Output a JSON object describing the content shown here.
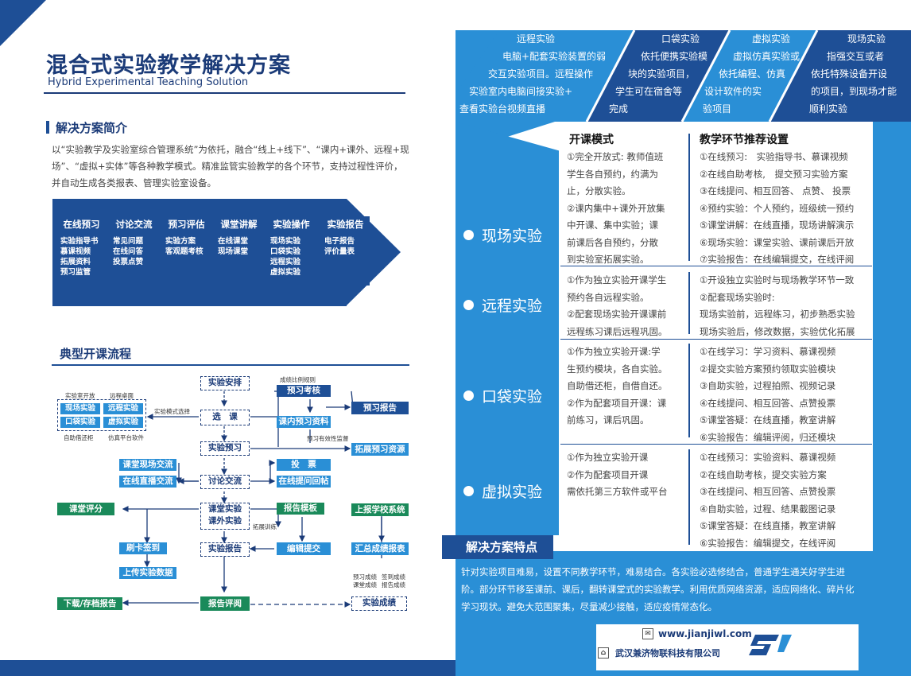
{
  "header": {
    "title_cn": "混合式实验教学解决方案",
    "title_en": "Hybrid Experimental Teaching Solution"
  },
  "intro": {
    "title": "解决方案简介",
    "text": "以“实验教学及实验室综合管理系统”为依托，融合“线上+线下”、“课内+课外、远程+现场”、“虚拟+实体”等各种教学模式。精准监管实验教学的各个环节，支持过程性评价，并自动生成各类报表、管理实验室设备。"
  },
  "stages": [
    {
      "head": "在线预习",
      "items": [
        "实验指导书",
        "慕课视频",
        "拓展资料",
        "预习监管"
      ]
    },
    {
      "head": "讨论交流",
      "items": [
        "常见问题",
        "在线问答",
        "投票点赞"
      ]
    },
    {
      "head": "预习评估",
      "items": [
        "实验方案",
        "客观题考核"
      ]
    },
    {
      "head": "课堂讲解",
      "items": [
        "在线课堂",
        "现场课堂"
      ]
    },
    {
      "head": "实验操作",
      "items": [
        "现场实验",
        "口袋实验",
        "远程实验",
        "虚拟实验"
      ]
    },
    {
      "head": "实验报告",
      "items": [
        "电子报告",
        "评价量表"
      ]
    }
  ],
  "flow": {
    "title": "典型开课流程",
    "n_arrange": "实验安排",
    "n_select": "选　课",
    "n_preview": "实验预习",
    "n_discuss": "讨论交流",
    "n_class": "课堂实验",
    "n_outside": "课外实验",
    "n_report": "实验报告",
    "n_review": "报告评阅",
    "n_result": "实验成绩",
    "n_pretest": "预习考核",
    "n_prereport": "预习报告",
    "n_inclassdata": "课内预习资料",
    "n_extend": "拓展预习资源",
    "n_vote": "投　票",
    "n_online_qa": "在线提问回帖",
    "n_class_exchange": "课堂现场交流",
    "n_live_exchange": "在线直播交流",
    "n_eval": "课堂评分",
    "n_template": "报告模板",
    "n_upload_school": "上报学校系统",
    "n_card": "刷卡签到",
    "n_upload_data": "上传实验数据",
    "n_edit": "编辑提交",
    "n_summary": "汇总成绩报表",
    "n_download": "下载/存档报告",
    "m_field": "现场实验",
    "m_remote": "远程实验",
    "m_pocket": "口袋实验",
    "m_virtual": "虚拟实验",
    "s_lab_open": "实验室开放",
    "s_remote_screen": "远程桌面",
    "s_mode_select": "实验模式选择",
    "s_self_borrow": "自助借还柜",
    "s_sim_soft": "仿真平台软件",
    "s_grade_rule": "成绩比例规则",
    "s_pre_monitor": "预习有效性监督",
    "s_expand_train": "拓展训练",
    "s_pre_grade": "预习成绩",
    "s_class_grade": "课堂成绩",
    "s_sign_grade": "签到成绩",
    "s_report_grade": "报告成绩"
  },
  "top_bands": [
    {
      "lines": [
        "远程实验",
        "电脑+配套实验装置的弱",
        "交互实验项目。远程操作",
        "实验室内电脑间接实验+",
        "查看实验台视频直播"
      ]
    },
    {
      "lines": [
        "口袋实验",
        "依托便携实验模",
        "块的实验项目，",
        "学生可在宿舍等",
        "完成"
      ]
    },
    {
      "lines": [
        "虚拟实验",
        "虚拟仿真实验或",
        "依托编程、仿真",
        "设计软件的实",
        "验项目"
      ]
    },
    {
      "lines": [
        "现场实验",
        "指强交互或者",
        "依托特殊设备开设",
        "的项目，到现场才能",
        "顺利实验"
      ]
    }
  ],
  "table": {
    "col1_head": "开课模式",
    "col2_head": "教学环节推荐设置",
    "rows": [
      {
        "mode": "现场实验",
        "c1": [
          "①完全开放式: 教师值班",
          "学生各自预约，约满为",
          "止，分散实验。",
          "②课内集中+课外开放集",
          "中开课、集中实验；课",
          "前课后各自预约，分散",
          "到实验室拓展实验。"
        ],
        "c2": [
          "①在线预习:　实验指导书、慕课视频",
          "②在线自助考核,　提交预习实验方案",
          "③在线提问、相互回答、 点赞、 投票",
          "④预约实验：个人预约，班级统一预约",
          "⑤课堂讲解：在线直播，现场讲解演示",
          "⑥现场实验：课堂实验、课前课后开放",
          "⑦实验报告：在线编辑提交，在线评阅"
        ]
      },
      {
        "mode": "远程实验",
        "c1": [
          "①作为独立实验开课学生",
          "预约各自远程实验。",
          "②配套现场实验开课课前",
          "远程练习课后远程巩固。"
        ],
        "c2": [
          "①开设独立实验时与现场教学环节一致",
          "②配套现场实验时:",
          "现场实验前，远程练习，初步熟悉实验",
          "现场实验后，修改数据，实验优化拓展"
        ]
      },
      {
        "mode": "口袋实验",
        "c1": [
          "①作为独立实验开课:学",
          "生预约模块，各自实验。",
          "自助借还柜，自借自还。",
          "②作为配套项目开课：课",
          "前练习，课后巩固。"
        ],
        "c2": [
          "①在线学习：学习资料、慕课视频",
          "②提交实验方案预约领取实验模块",
          "③自助实验，过程拍照、视频记录",
          "④在线提问、相互回答、点赞投票",
          "⑤课堂答疑：在线直播，教室讲解",
          "⑥实验报告：编辑评阅，归还模块"
        ]
      },
      {
        "mode": "虚拟实验",
        "c1": [
          "①作为独立实验开课",
          "②作为配套项目开课",
          "需依托第三方软件或平台"
        ],
        "c2": [
          "①在线预习：实验资料、慕课视频",
          "②在线自助考核，提交实验方案",
          "③在线提问、相互回答、点赞投票",
          "④自助实验，过程、结果截图记录",
          "⑤课堂答疑：在线直播，教室讲解",
          "⑥实验报告：编辑提交，在线评阅"
        ]
      }
    ]
  },
  "features": {
    "title": "解决方案特点",
    "text": "针对实验项目难易，设置不同教学环节，难易结合。各实验必选修结合，普通学生通关好学生进阶。部分环节移至课前、课后，翻转课堂式的实验教学。利用优质网络资源，适应网络化、碎片化学习现状。避免大范围聚集，尽量减少接触，适应疫情常态化。"
  },
  "footer": {
    "website": "www.jianjiwl.com",
    "company": "武汉兼济物联科技有限公司"
  },
  "colors": {
    "dark_blue": "#1e4f96",
    "light_blue": "#2a8fd6",
    "green": "#1a8a5a"
  }
}
